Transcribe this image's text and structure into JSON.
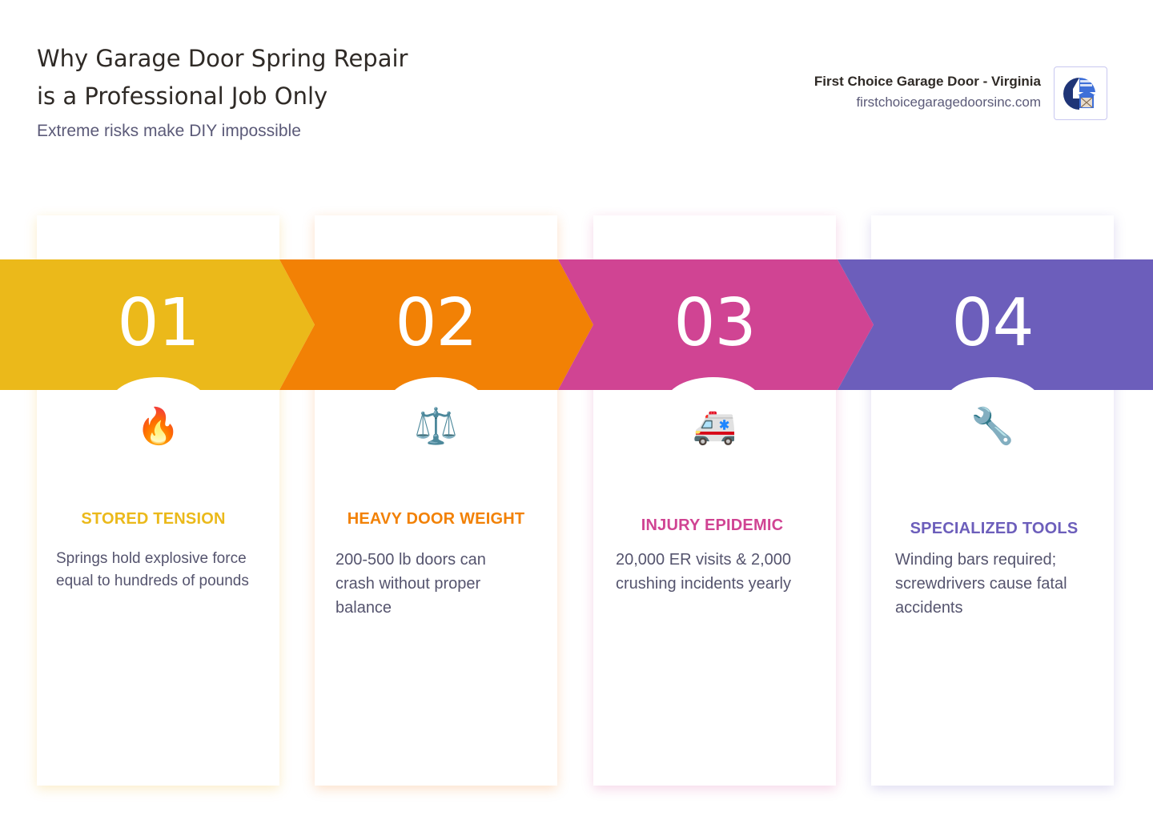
{
  "header": {
    "title_line1": "Why Garage Door Spring Repair",
    "title_line2": "is a Professional Job Only",
    "subtitle": "Extreme risks make DIY impossible"
  },
  "brand": {
    "name": "First Choice Garage Door - Virginia",
    "url": "firstchoicegaragedoorsinc.com",
    "logo_icon": "first-choice-garage-logo"
  },
  "colors": {
    "step1": "#EBB91A",
    "step2": "#F28105",
    "step3": "#D04493",
    "step4": "#6C5EBB",
    "title_text": "#2F2A26",
    "body_text": "#55546E"
  },
  "steps": [
    {
      "number": "01",
      "icon": "🔥",
      "icon_name": "fire-icon",
      "heading": "STORED TENSION",
      "body": "Springs hold explosive force equal to hundreds of pounds",
      "color": "#EBB91A"
    },
    {
      "number": "02",
      "icon": "⚖️",
      "icon_name": "balance-scale-icon",
      "heading": "HEAVY DOOR WEIGHT",
      "body": "200-500 lb doors can crash without proper balance",
      "color": "#F28105"
    },
    {
      "number": "03",
      "icon": "🚑",
      "icon_name": "ambulance-icon",
      "heading": "INJURY EPIDEMIC",
      "body": "20,000 ER visits & 2,000 crushing incidents yearly",
      "color": "#D04493"
    },
    {
      "number": "04",
      "icon": "🔧",
      "icon_name": "wrench-icon",
      "heading": "SPECIALIZED TOOLS",
      "body": "Winding bars required; screwdrivers cause fatal accidents",
      "color": "#6C5EBB"
    }
  ]
}
